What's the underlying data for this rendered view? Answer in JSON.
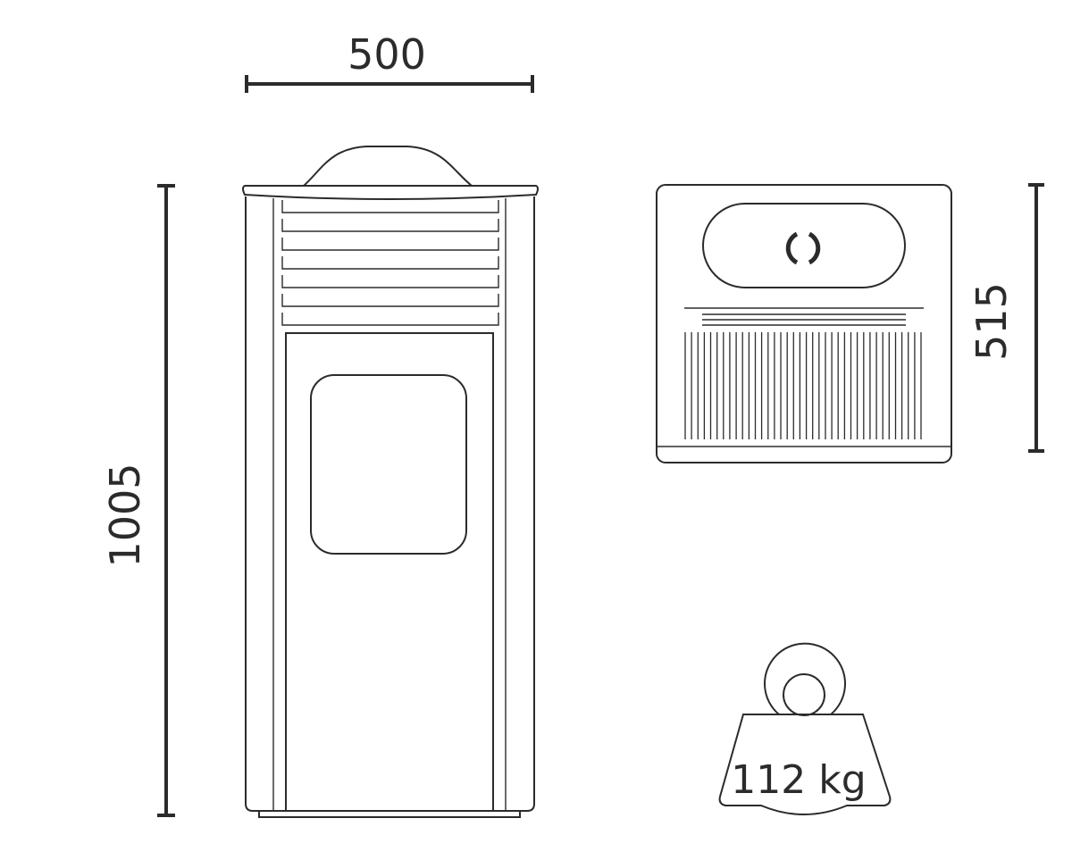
{
  "dimensions": {
    "width_label": "500",
    "height_label": "1005",
    "depth_label": "515"
  },
  "weight": {
    "label": "112 kg"
  },
  "colors": {
    "line": "#2b2b2b",
    "background": "#ffffff"
  }
}
